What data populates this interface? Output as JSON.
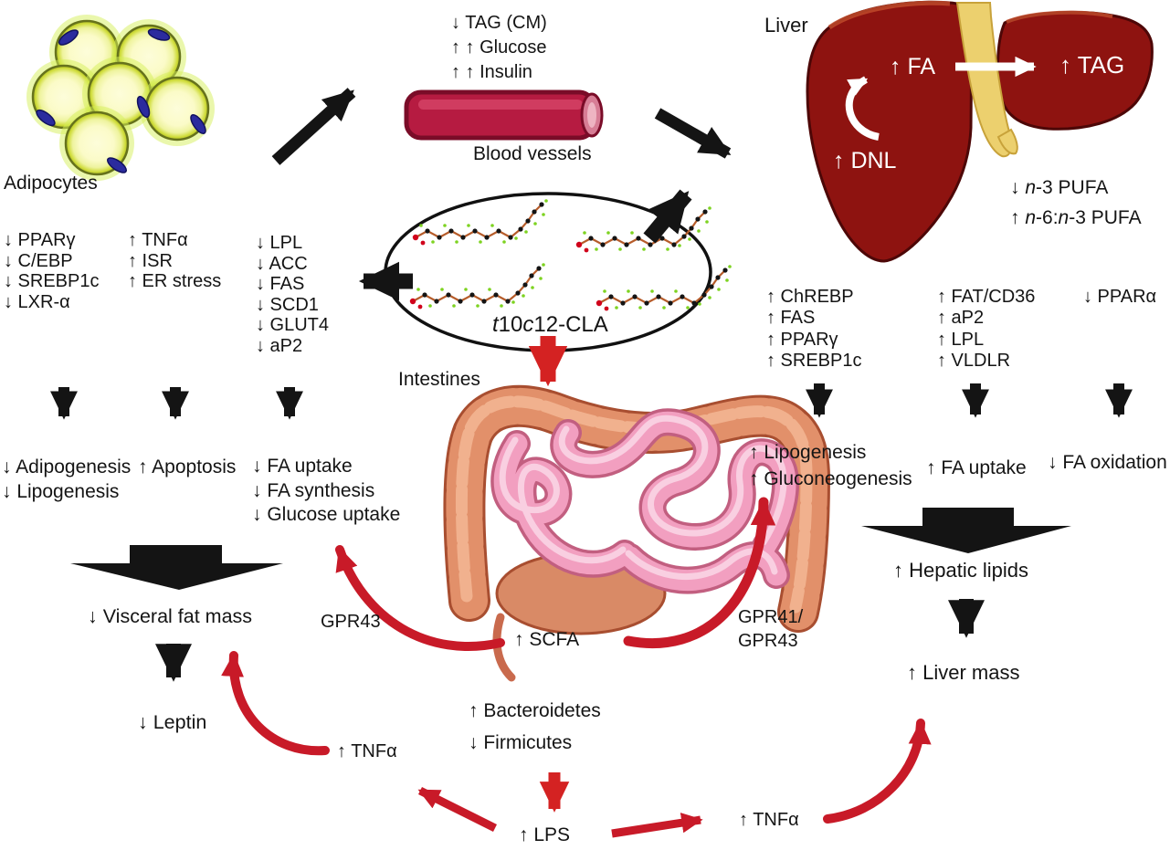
{
  "figure": {
    "adipocytes_label": "Adipocytes",
    "blood_vessels_label": "Blood vessels",
    "liver_label": "Liver",
    "intestines_label": "Intestines",
    "cla": {
      "t": "t",
      "n10": "10",
      "c": "c",
      "rest": "12-CLA"
    }
  },
  "blood_markers": [
    "↓ TAG (CM)",
    "↑ ↑ Glucose",
    "↑ ↑ Insulin"
  ],
  "adipose": {
    "col1": [
      "↓ PPARγ",
      "↓ C/EBP",
      "↓ SREBP1c",
      "↓ LXR-α"
    ],
    "col2": [
      "↑ TNFα",
      "↑ ISR",
      "↑ ER stress"
    ],
    "col3": [
      "↓ LPL",
      "↓ ACC",
      "↓ FAS",
      "↓ SCD1",
      "↓ GLUT4",
      "↓ aP2"
    ],
    "out1": [
      "↓ Adipogenesis",
      "↓ Lipogenesis"
    ],
    "out2": [
      "↑ Apoptosis"
    ],
    "out3": [
      "↓ FA uptake",
      "↓ FA synthesis",
      "↓ Glucose uptake"
    ],
    "visceral_fat": "↓ Visceral fat mass",
    "leptin": "↓ Leptin",
    "tnfa": "↑ TNFα"
  },
  "liver": {
    "fa": "↑ FA",
    "tag": "↑ TAG",
    "dnl": "↑ DNL",
    "pufa_down": [
      "↓ ",
      "n",
      "-3 PUFA"
    ],
    "pufa_ratio": [
      "↑ ",
      "n",
      "-6:",
      "n",
      "-3 PUFA"
    ],
    "col1": [
      "↑ ChREBP",
      "↑ FAS",
      "↑ PPARγ",
      "↑ SREBP1c"
    ],
    "col2": [
      "↑ FAT/CD36",
      "↑ aP2",
      "↑ LPL",
      "↑ VLDLR"
    ],
    "col3": [
      "↓ PPARα"
    ],
    "out1": [
      "↑ Lipogenesis",
      "↑ Gluconeogenesis"
    ],
    "out2": [
      "↑ FA uptake"
    ],
    "out3": [
      "↓ FA oxidation"
    ],
    "hepatic_lipids": "↑ Hepatic lipids",
    "liver_mass": "↑ Liver mass",
    "tnfa": "↑ TNFα"
  },
  "gut": {
    "scfa": "↑ SCFA",
    "bacteroidetes": "↑ Bacteroidetes",
    "firmicutes": "↓ Firmicutes",
    "lps": "↑ LPS",
    "gpr43": "GPR43",
    "gpr41_43_line1": "GPR41/",
    "gpr41_43_line2": "GPR43"
  },
  "colors": {
    "black_arrow": "#141414",
    "red_arrow": "#c81a28",
    "bright_red_arrow": "#d42222",
    "liver_red": "#8e1310",
    "vessel_red": "#b61b41",
    "gallbladder_yellow": "#ecd06e",
    "adipocyte_ring": "#cfdc3a",
    "adipocyte_nucleus": "#2b2b9e",
    "colon_salmon": "#e2906a",
    "intestine_pink": "#f29fc0"
  }
}
